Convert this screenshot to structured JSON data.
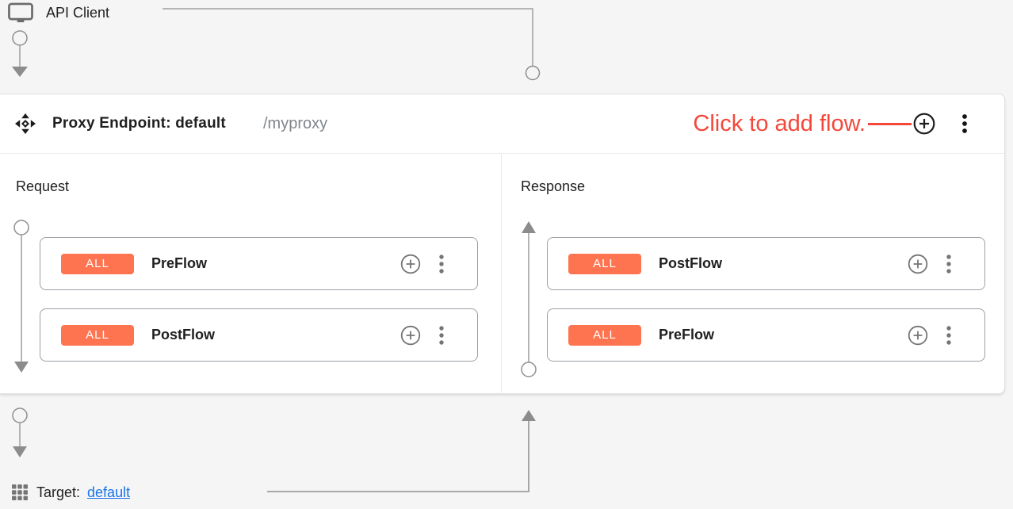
{
  "colors": {
    "badge-orange": "#FF7450",
    "cta-red": "#F4473A",
    "link-blue": "#1A73E8"
  },
  "api_client": {
    "label": "API Client"
  },
  "proxy_endpoint": {
    "title": "Proxy Endpoint: default",
    "base_path": "/myproxy",
    "cta_label": "Click to add flow.",
    "request": {
      "label": "Request",
      "flows": [
        {
          "condition": "ALL",
          "name": "PreFlow"
        },
        {
          "condition": "ALL",
          "name": "PostFlow"
        }
      ]
    },
    "response": {
      "label": "Response",
      "flows": [
        {
          "condition": "ALL",
          "name": "PostFlow"
        },
        {
          "condition": "ALL",
          "name": "PreFlow"
        }
      ]
    }
  },
  "target": {
    "label": "Target:",
    "link_text": "default"
  },
  "icons": {
    "api_client": "monitor-icon",
    "proxy_endpoint": "move-icon",
    "add_flow": "plus-circle-icon",
    "header_menu": "kebab-menu-icon",
    "add_step": "plus-circle-icon",
    "flow_menu": "kebab-menu-icon",
    "target": "grid-icon"
  }
}
